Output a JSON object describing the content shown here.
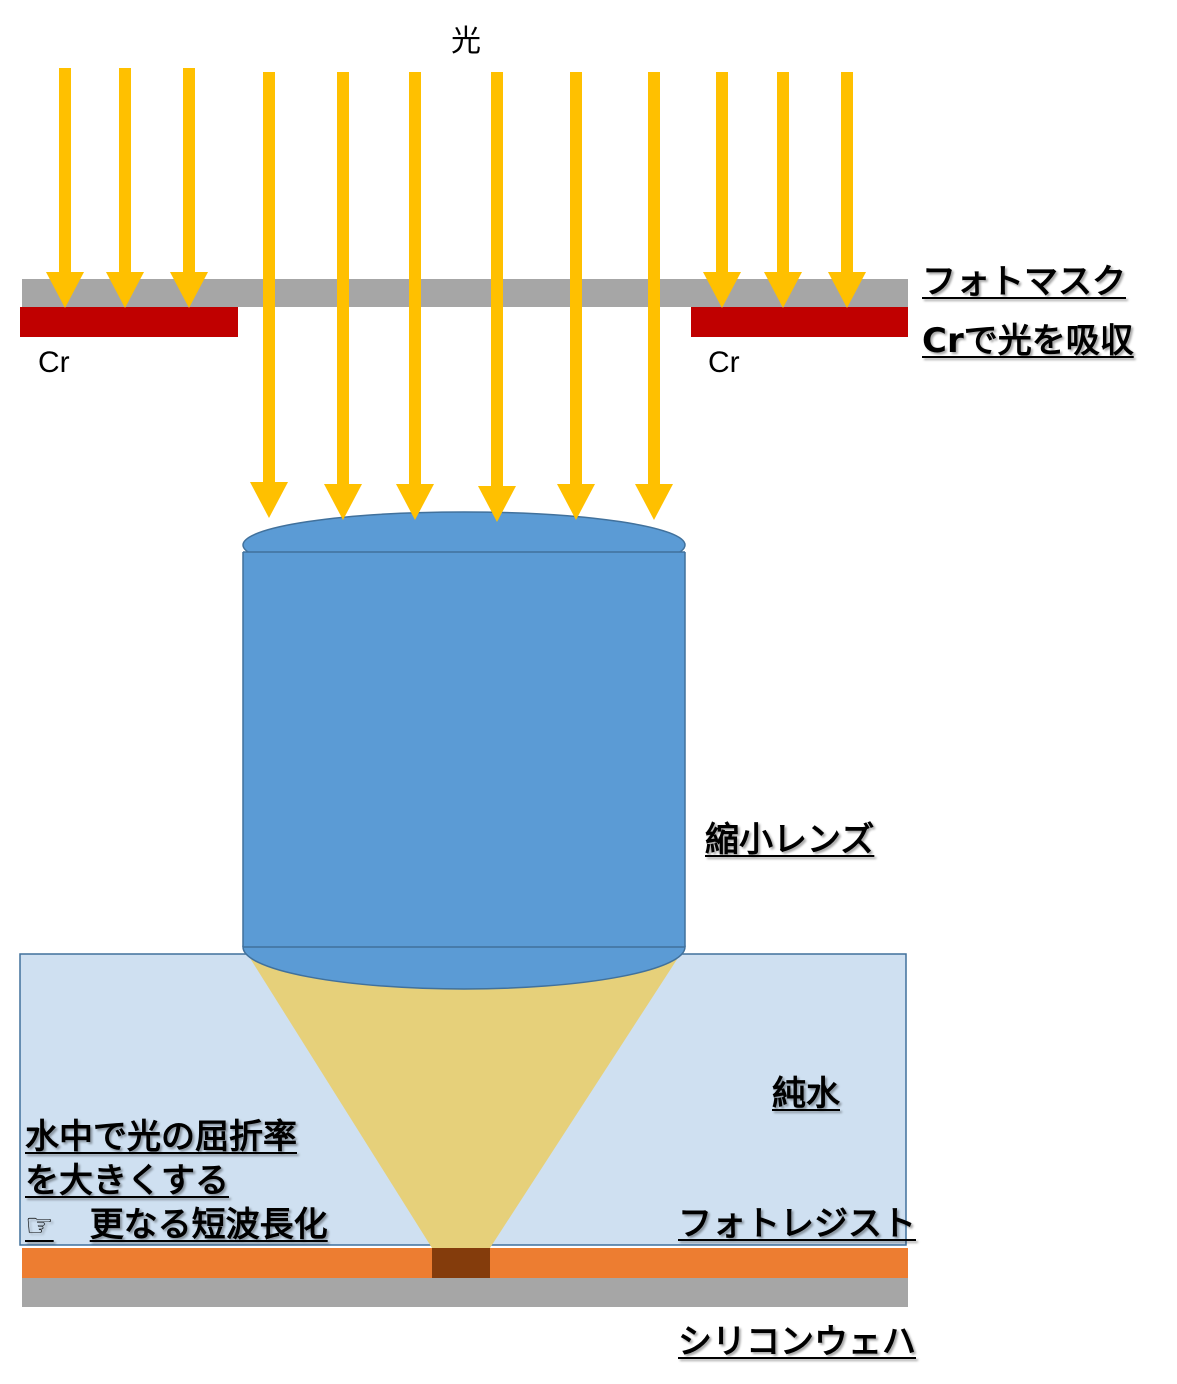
{
  "labels": {
    "light": "光",
    "cr_left": "Cr",
    "cr_right": "Cr",
    "photomask": "フォトマスク",
    "cr_absorb": "Crで光を吸収",
    "lens": "縮小レンズ",
    "pure_water": "純水",
    "note_line1": "水中で光の屈折率",
    "note_line2": "を大きくする",
    "note_line3": "更なる短波長化",
    "photoresist": "フォトレジスト",
    "wafer": "シリコンウェハ"
  },
  "icons": {
    "pointing_hand": "☞"
  },
  "colors": {
    "arrow": "#FFC000",
    "mask_glass": "#A6A6A6",
    "chrome": "#C00000",
    "lens": "#5B9BD5",
    "lens_edge": "#41719C",
    "water": "#CFE0F1",
    "light_cone": "#E6D07A",
    "resist": "#ED7D31",
    "exposed_resist": "#843C0C",
    "wafer": "#A6A6A6"
  }
}
